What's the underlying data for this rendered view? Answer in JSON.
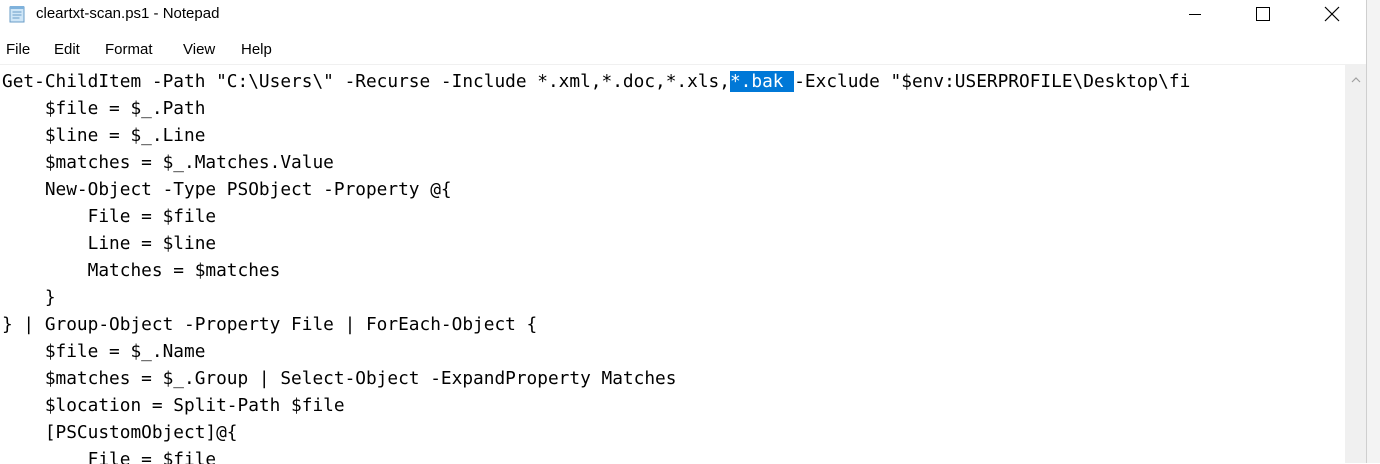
{
  "window": {
    "title": "cleartxt-scan.ps1 - Notepad",
    "icons": {
      "app": "notepad-icon",
      "minimize": "minimize-icon",
      "maximize": "maximize-icon",
      "close": "close-icon"
    }
  },
  "menu": [
    {
      "label": "File"
    },
    {
      "label": "Edit"
    },
    {
      "label": "Format"
    },
    {
      "label": "View"
    },
    {
      "label": "Help"
    }
  ],
  "editor": {
    "lines": [
      {
        "before": "Get-ChildItem -Path \"C:\\Users\\\" -Recurse -Include *.xml,*.doc,*.xls,",
        "selected": "*.bak ",
        "after": "-Exclude \"$env:USERPROFILE\\Desktop\\fi"
      },
      {
        "text": "    $file = $_.Path"
      },
      {
        "text": "    $line = $_.Line"
      },
      {
        "text": "    $matches = $_.Matches.Value"
      },
      {
        "text": "    New-Object -Type PSObject -Property @{"
      },
      {
        "text": "        File = $file"
      },
      {
        "text": "        Line = $line"
      },
      {
        "text": "        Matches = $matches"
      },
      {
        "text": "    }"
      },
      {
        "text": "} | Group-Object -Property File | ForEach-Object {"
      },
      {
        "text": "    $file = $_.Name"
      },
      {
        "text": "    $matches = $_.Group | Select-Object -ExpandProperty Matches"
      },
      {
        "text": "    $location = Split-Path $file"
      },
      {
        "text": "    [PSCustomObject]@{"
      },
      {
        "text": "        File = $file"
      }
    ],
    "colors": {
      "selection": "#0078d7",
      "selection_text": "#ffffff"
    }
  },
  "scrollbar": {
    "up_icon": "chevron-up-icon"
  }
}
